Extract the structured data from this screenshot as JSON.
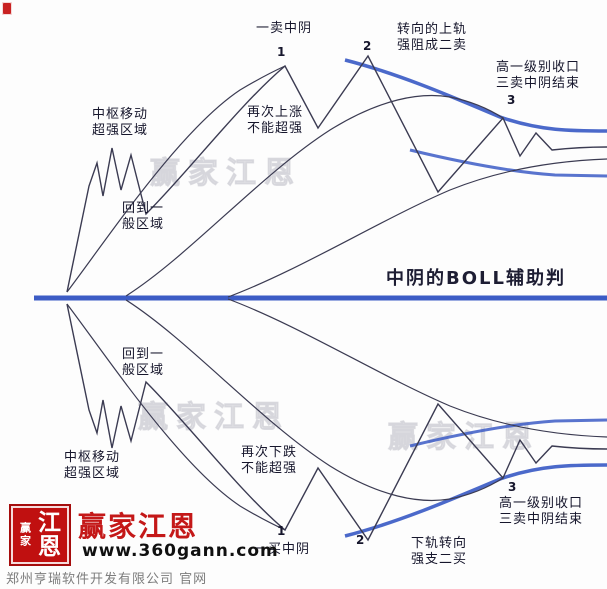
{
  "title": "中阴的BOLL辅助判",
  "markers": {
    "m1": "1",
    "m2": "2",
    "m3": "3"
  },
  "top": {
    "sell1": "一卖中阴",
    "turn_upper": "转向的上轨\n强阻成二卖",
    "higher_close": "高一级别收口\n三卖中阴结束",
    "center_move": "中枢移动\n超强区域",
    "rise_again": "再次上涨\n不能超强",
    "back_normal": "回到一\n般区域"
  },
  "bottom": {
    "buy1": "一买中阴",
    "turn_lower": "下轨转向\n强支二买",
    "higher_close": "高一级别收口\n三卖中阴结束",
    "center_move": "中枢移动\n超强区域",
    "fall_again": "再次下跌\n不能超强",
    "back_normal": "回到一\n般区域"
  },
  "watermark": "赢家江恩",
  "footer": {
    "logo_side": "赢家",
    "logo_main": "江恩",
    "brand": "赢家江恩",
    "website": "www.360gann.com",
    "company": "郑州亨瑞软件开发有限公司 官网"
  },
  "colors": {
    "band_blue": "#3c5cc5",
    "line_dark": "#3b3b52",
    "brand_red": "#c01010"
  }
}
